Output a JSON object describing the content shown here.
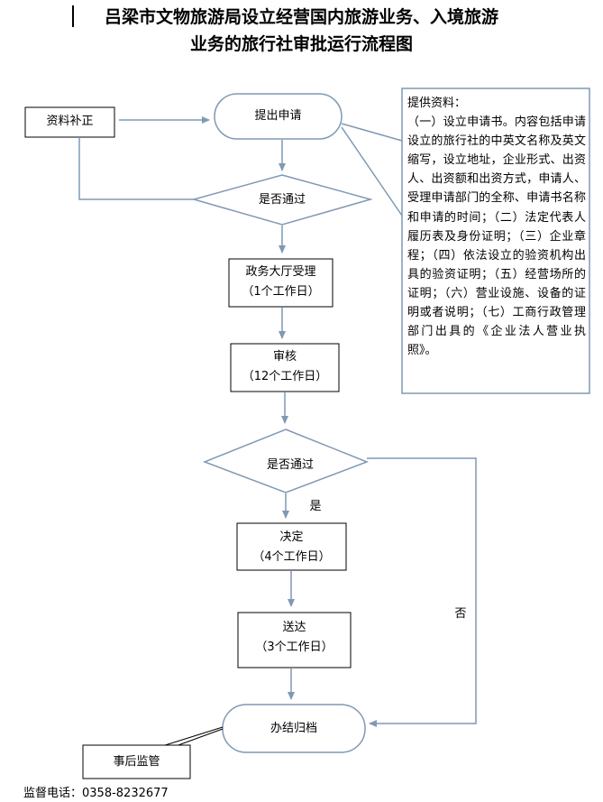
{
  "title_line1": "吕梁市文物旅游局设立经营国内旅游业务、入境旅游",
  "title_line2": "业务的旅行社审批运行流程图",
  "nodes": {
    "supplement": "资料补正",
    "submit": "提出申请",
    "decision1": "是否通过",
    "hall_line1": "政务大厅受理",
    "hall_line2": "（1个工作日）",
    "review_line1": "审核",
    "review_line2": "（12个工作日）",
    "decision2": "是否通过",
    "yes": "是",
    "decide_line1": "决定",
    "decide_line2": "（4个工作日）",
    "deliver_line1": "送达",
    "deliver_line2": "（3个工作日）",
    "no": "否",
    "archive": "办结归档",
    "supervision": "事后监管"
  },
  "materials": {
    "heading": "提供资料：",
    "body": "（一）设立申请书。内容包括申请设立的旅行社的中英文名称及英文缩写，设立地址，企业形式、出资人、出资额和出资方式，申请人、受理申请部门的全称、申请书名称和申请的时间；（二）法定代表人履历表及身份证明；（三）企业章程；（四）依法设立的验资机构出具的验资证明；（五）经营场所的证明；（六）营业设施、设备的证明或者说明；（七）工商行政管理部门出具的《企业法人营业执照》。"
  },
  "footer": "监督电话：0358-8232677",
  "colors": {
    "line": "#7f99b3",
    "text": "#000000"
  }
}
